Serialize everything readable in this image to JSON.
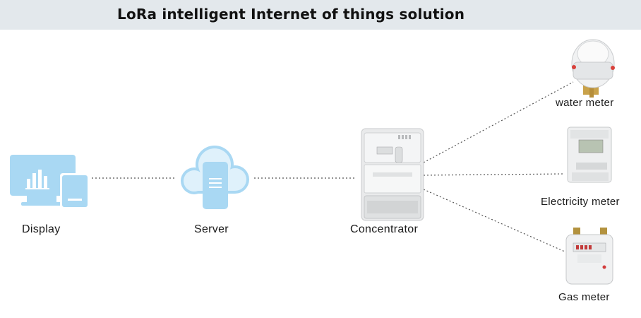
{
  "title": "LoRa intelligent Internet of things solution",
  "nodes": {
    "display": "Display",
    "server": "Server",
    "concentrator": "Concentrator",
    "water_meter": "water meter",
    "electricity_meter": "Electricity meter",
    "gas_meter": "Gas meter"
  },
  "colors": {
    "title_bar": "#e3e8ec",
    "icon_blue": "#a9d8f3",
    "icon_blue_light": "#dff1fb",
    "dotted_line": "#555555"
  }
}
